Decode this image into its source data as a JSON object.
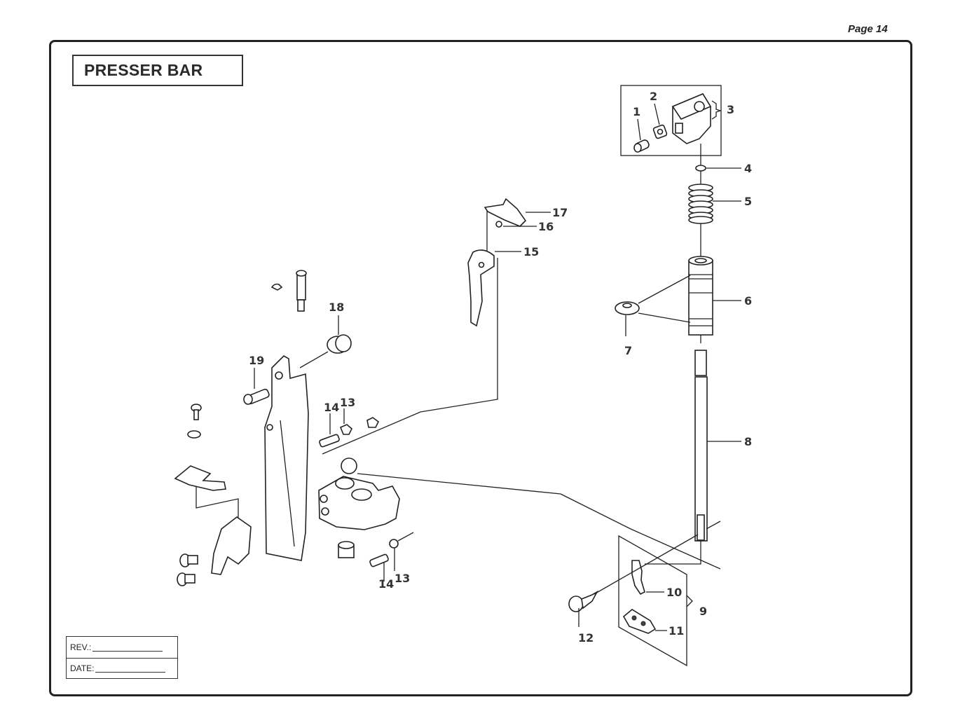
{
  "page": {
    "label": "Page 14"
  },
  "title": "PRESSER BAR",
  "revision_block": {
    "rev_label": "REV.:",
    "date_label": "DATE:"
  },
  "callouts": [
    {
      "id": "1",
      "text": "1"
    },
    {
      "id": "2",
      "text": "2"
    },
    {
      "id": "3",
      "text": "3"
    },
    {
      "id": "4",
      "text": "4"
    },
    {
      "id": "5",
      "text": "5"
    },
    {
      "id": "6",
      "text": "6"
    },
    {
      "id": "7",
      "text": "7"
    },
    {
      "id": "8",
      "text": "8"
    },
    {
      "id": "9",
      "text": "9"
    },
    {
      "id": "10",
      "text": "10"
    },
    {
      "id": "11",
      "text": "11"
    },
    {
      "id": "12",
      "text": "12"
    },
    {
      "id": "13a",
      "text": "13"
    },
    {
      "id": "13b",
      "text": "13"
    },
    {
      "id": "14a",
      "text": "14"
    },
    {
      "id": "14b",
      "text": "14"
    },
    {
      "id": "15",
      "text": "15"
    },
    {
      "id": "16",
      "text": "16"
    },
    {
      "id": "17",
      "text": "17"
    },
    {
      "id": "18",
      "text": "18"
    },
    {
      "id": "19",
      "text": "19"
    }
  ]
}
